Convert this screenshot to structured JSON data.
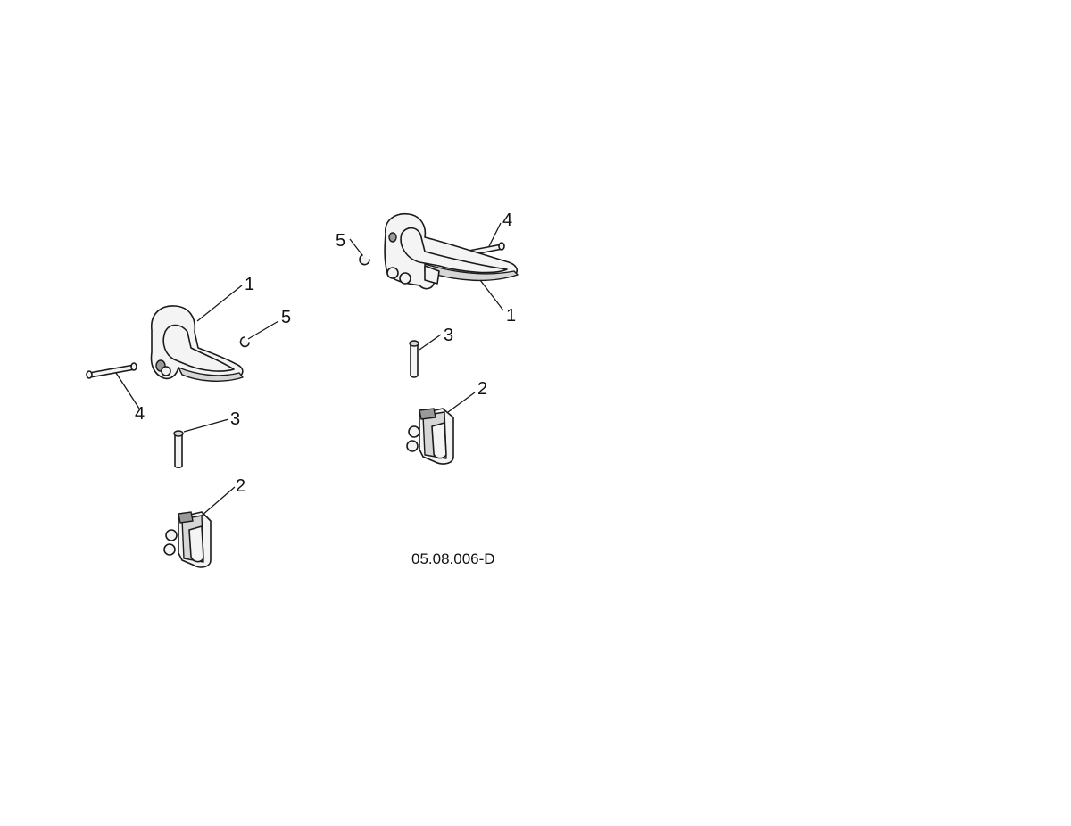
{
  "diagram": {
    "figure_id": "05.08.006-D",
    "left_assembly": {
      "callouts": {
        "handle": "1",
        "bracket": "2",
        "sleeve": "3",
        "pin": "4",
        "clip": "5"
      }
    },
    "right_assembly": {
      "callouts": {
        "handle": "1",
        "bracket": "2",
        "sleeve": "3",
        "pin": "4",
        "clip": "5"
      }
    }
  }
}
